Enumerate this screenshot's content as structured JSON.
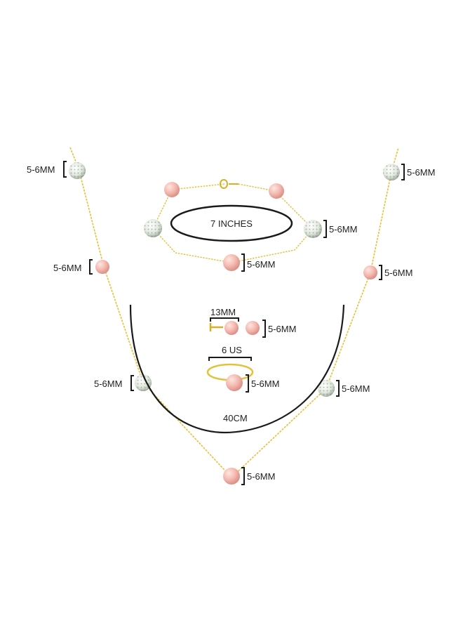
{
  "colors": {
    "gold": "#e3c23a",
    "pearl": "#f2b5ad",
    "pearl_highlight": "#fde2dc",
    "crystal": "#e8eee6",
    "crystal_shade": "#9aa89a",
    "ink": "#1a1a1a"
  },
  "labels": {
    "necklace_left_top": "5-6MM",
    "necklace_left_mid": "5-6MM",
    "necklace_left_low": "5-6MM",
    "necklace_right_top": "5-6MM",
    "necklace_right_mid": "5-6MM",
    "necklace_right_low": "5-6MM",
    "necklace_bottom": "5-6MM",
    "bracelet_crystal": "5-6MM",
    "bracelet_pearl": "5-6MM",
    "bracelet_length": "7 INCHES",
    "earring_width": "13MM",
    "earring_size": "5-6MM",
    "ring_size": "6 US",
    "ring_pearl": "5-6MM",
    "necklace_length": "40CM"
  }
}
